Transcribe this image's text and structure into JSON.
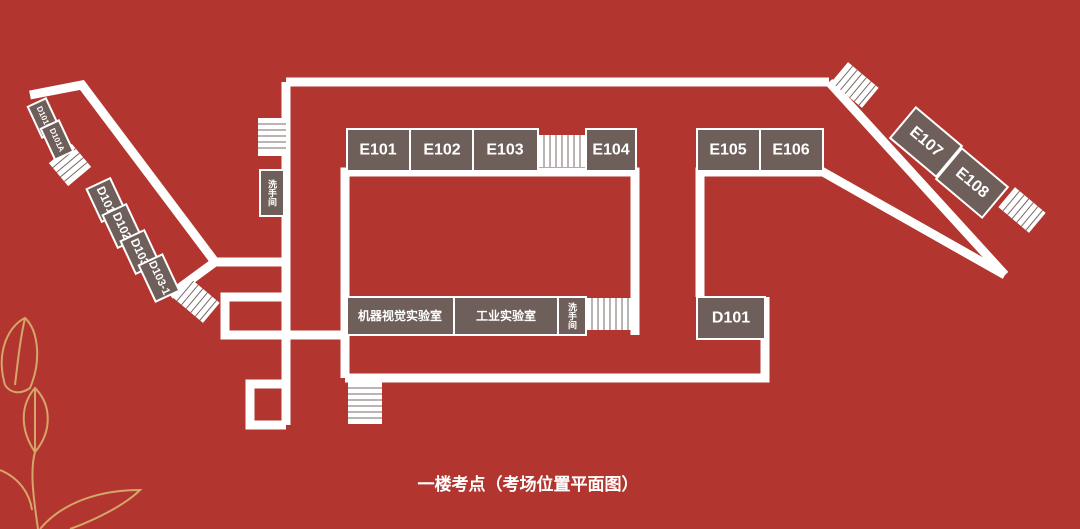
{
  "map": {
    "caption": "一楼考点（考场位置平面图）",
    "colors": {
      "background": "#b2362f",
      "room_fill": "#6e5f5a",
      "corridor": "#ffffff",
      "decoration": "#d6a56a"
    },
    "rooms": {
      "e101": "E101",
      "e102": "E102",
      "e103": "E103",
      "e104": "E104",
      "e105": "E105",
      "e106": "E106",
      "e107": "E107",
      "e108": "E108",
      "lab_vision": "机器视觉实验室",
      "lab_industry": "工业实验室",
      "washroom": "洗手间",
      "d101_right": "D101",
      "d101b": "D101B",
      "d101a": "D101A",
      "d101_left": "D101",
      "d102": "D102",
      "d103": "D103",
      "d103_1": "D103-1"
    },
    "icons": [
      "stairs-icon",
      "lotus-decoration"
    ]
  }
}
